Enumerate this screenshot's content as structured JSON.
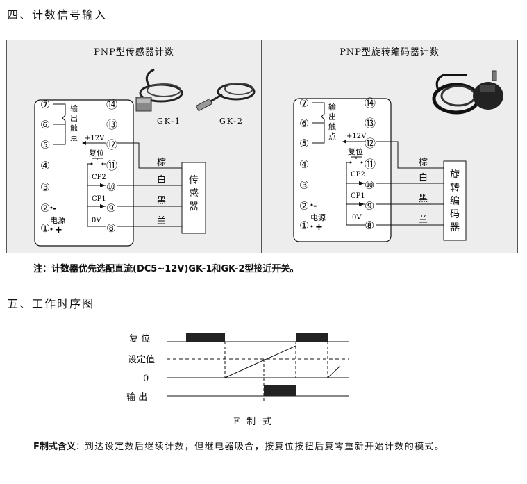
{
  "section4": {
    "title": "四、计数信号输入"
  },
  "panel_pnp": {
    "header": "PNP型传感器计数",
    "photo_labels": [
      "GK-1",
      "GK-2"
    ],
    "terminals": [
      "⑦",
      "⑥",
      "⑤",
      "④",
      "③",
      "②",
      "①",
      "⑭",
      "⑬",
      "⑫",
      "⑪",
      "⑩",
      "⑨",
      "⑧"
    ],
    "output_contact_label": [
      "输",
      "出",
      "触",
      "点"
    ],
    "label_12v": "+12V",
    "label_reset": "复位",
    "label_cp2": "CP2",
    "label_cp1": "CP1",
    "label_0v": "0V",
    "label_power": "电源",
    "label_minus": "-",
    "label_plus": "+",
    "wires": [
      "棕",
      "白",
      "黑",
      "兰"
    ],
    "device": [
      "传",
      "感",
      "器"
    ]
  },
  "panel_encoder": {
    "header": "PNP型旋转编码器计数",
    "terminals": [
      "⑦",
      "⑥",
      "⑤",
      "④",
      "③",
      "②",
      "①",
      "⑭",
      "⑬",
      "⑫",
      "⑪",
      "⑩",
      "⑨",
      "⑧"
    ],
    "output_contact_label": [
      "输",
      "出",
      "触",
      "点"
    ],
    "label_12v": "+12V",
    "label_reset": "复位",
    "label_cp2": "CP2",
    "label_cp1": "CP1",
    "label_0v": "0V",
    "label_power": "电源",
    "label_minus": "-",
    "label_plus": "+",
    "wires": [
      "棕",
      "白",
      "黑",
      "兰"
    ],
    "device": [
      "旋",
      "转",
      "编",
      "码",
      "器"
    ]
  },
  "note": "注：计数器优先选配直流(DC5~12V)GK-1和GK-2型接近开关。",
  "section5": {
    "title": "五、工作时序图"
  },
  "timing": {
    "row_labels": [
      "复 位",
      "设定值",
      "0",
      "输  出"
    ],
    "caption": "F 制 式"
  },
  "definition": {
    "term": "F制式含义",
    "colon": "：",
    "text": "到达设定数后继续计数，但继电器吸合，按复位按钮后复零重新开始计数的模式。"
  }
}
